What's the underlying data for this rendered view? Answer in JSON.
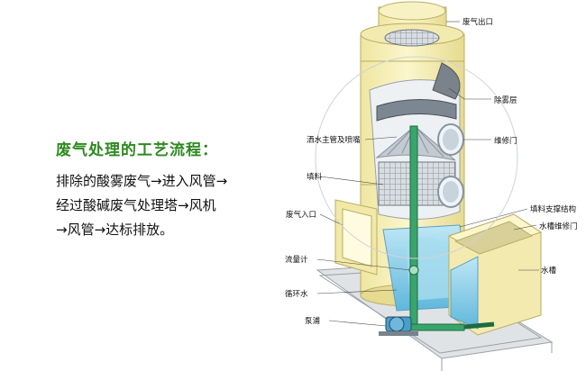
{
  "title": "废气处理的工艺流程：",
  "description_lines": [
    "排除的酸雾废气→进入风管→",
    "经过酸碱废气处理塔→风机",
    "→风管→达标排放。"
  ],
  "labels": {
    "exhaust_outlet": "废气出口",
    "demister_layer": "除雾层",
    "sprinkler_main": "洒水主管及喷嘴",
    "service_door": "维修门",
    "packing": "填料",
    "packing_support": "填料支撑结构",
    "exhaust_inlet": "废气入口",
    "tank_service_door": "水槽维修门",
    "flow_meter": "流量计",
    "water_tank": "水槽",
    "circulating_water": "循环水",
    "pump": "泵浦"
  },
  "colors": {
    "title_green": "#2c8a1e",
    "tower_cream": "#f6f0b4",
    "tower_shade": "#e3d88a",
    "water_blue": "#8fd0e8",
    "packing_gray": "#b9c0c8",
    "pipe_green": "#3aa56a",
    "frame_gray": "#c9cdd2"
  }
}
